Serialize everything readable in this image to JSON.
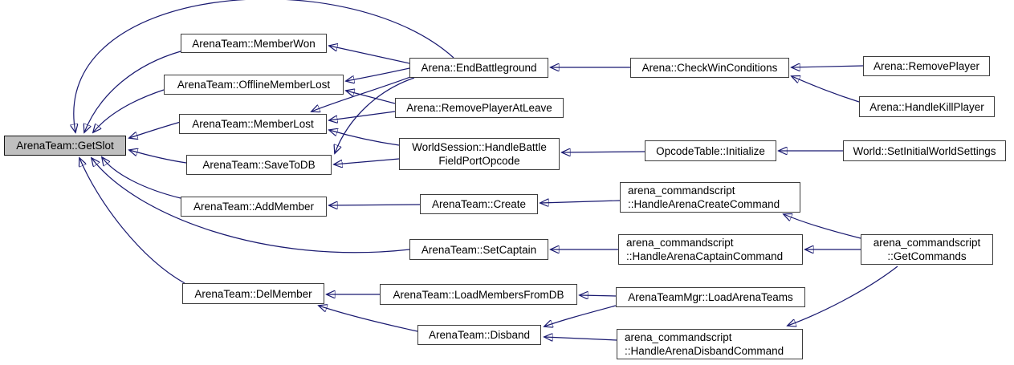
{
  "diagram": {
    "kind": "doxygen-caller-graph",
    "colors": {
      "edge": "#191970",
      "node_border": "#3d3d3d",
      "node_fill": "#ffffff",
      "highlight_fill": "#bfbfbf",
      "text": "#000000",
      "background": "#ffffff"
    },
    "nodes": {
      "get_slot": {
        "label": "ArenaTeam::GetSlot",
        "highlighted": true
      },
      "member_won": {
        "label": "ArenaTeam::MemberWon"
      },
      "offline_member_lost": {
        "label": "ArenaTeam::OfflineMemberLost"
      },
      "member_lost": {
        "label": "ArenaTeam::MemberLost"
      },
      "save_to_db": {
        "label": "ArenaTeam::SaveToDB"
      },
      "add_member": {
        "label": "ArenaTeam::AddMember"
      },
      "set_captain": {
        "label": "ArenaTeam::SetCaptain"
      },
      "del_member": {
        "label": "ArenaTeam::DelMember"
      },
      "end_battleground": {
        "label": "Arena::EndBattleground"
      },
      "remove_player_at_leave": {
        "label": "Arena::RemovePlayerAtLeave"
      },
      "handle_battlefield_port_opcode": {
        "l1": "WorldSession::HandleBattle",
        "l2": "FieldPortOpcode"
      },
      "create": {
        "label": "ArenaTeam::Create"
      },
      "disband": {
        "label": "ArenaTeam::Disband"
      },
      "load_members_from_db": {
        "label": "ArenaTeam::LoadMembersFromDB"
      },
      "check_win_conditions": {
        "label": "Arena::CheckWinConditions"
      },
      "opcode_table_initialize": {
        "label": "OpcodeTable::Initialize"
      },
      "handle_arena_create_command": {
        "l1": "arena_commandscript",
        "l2": "::HandleArenaCreateCommand"
      },
      "handle_arena_captain_command": {
        "l1": "arena_commandscript",
        "l2": "::HandleArenaCaptainCommand"
      },
      "handle_arena_disband_command": {
        "l1": "arena_commandscript",
        "l2": "::HandleArenaDisbandCommand"
      },
      "load_arena_teams": {
        "label": "ArenaTeamMgr::LoadArenaTeams"
      },
      "remove_player": {
        "label": "Arena::RemovePlayer"
      },
      "handle_kill_player": {
        "label": "Arena::HandleKillPlayer"
      },
      "set_initial_world_settings": {
        "label": "World::SetInitialWorldSettings"
      },
      "get_commands": {
        "l1": "arena_commandscript",
        "l2": "::GetCommands"
      }
    },
    "edges": [
      {
        "from": "member_won",
        "to": "get_slot"
      },
      {
        "from": "offline_member_lost",
        "to": "get_slot"
      },
      {
        "from": "member_lost",
        "to": "get_slot"
      },
      {
        "from": "save_to_db",
        "to": "get_slot"
      },
      {
        "from": "add_member",
        "to": "get_slot"
      },
      {
        "from": "set_captain",
        "to": "get_slot"
      },
      {
        "from": "del_member",
        "to": "get_slot"
      },
      {
        "from": "end_battleground",
        "to": "get_slot"
      },
      {
        "from": "end_battleground",
        "to": "member_won"
      },
      {
        "from": "end_battleground",
        "to": "offline_member_lost"
      },
      {
        "from": "end_battleground",
        "to": "member_lost"
      },
      {
        "from": "end_battleground",
        "to": "save_to_db"
      },
      {
        "from": "remove_player_at_leave",
        "to": "offline_member_lost"
      },
      {
        "from": "remove_player_at_leave",
        "to": "member_lost"
      },
      {
        "from": "handle_battlefield_port_opcode",
        "to": "member_lost"
      },
      {
        "from": "handle_battlefield_port_opcode",
        "to": "save_to_db"
      },
      {
        "from": "check_win_conditions",
        "to": "end_battleground"
      },
      {
        "from": "remove_player",
        "to": "check_win_conditions"
      },
      {
        "from": "handle_kill_player",
        "to": "check_win_conditions"
      },
      {
        "from": "set_initial_world_settings",
        "to": "opcode_table_initialize"
      },
      {
        "from": "opcode_table_initialize",
        "to": "handle_battlefield_port_opcode"
      },
      {
        "from": "handle_arena_create_command",
        "to": "create"
      },
      {
        "from": "create",
        "to": "add_member"
      },
      {
        "from": "get_commands",
        "to": "handle_arena_create_command"
      },
      {
        "from": "get_commands",
        "to": "handle_arena_captain_command"
      },
      {
        "from": "get_commands",
        "to": "handle_arena_disband_command"
      },
      {
        "from": "handle_arena_captain_command",
        "to": "set_captain"
      },
      {
        "from": "load_arena_teams",
        "to": "load_members_from_db"
      },
      {
        "from": "load_arena_teams",
        "to": "disband"
      },
      {
        "from": "handle_arena_disband_command",
        "to": "disband"
      },
      {
        "from": "load_members_from_db",
        "to": "del_member"
      },
      {
        "from": "disband",
        "to": "del_member"
      }
    ]
  }
}
